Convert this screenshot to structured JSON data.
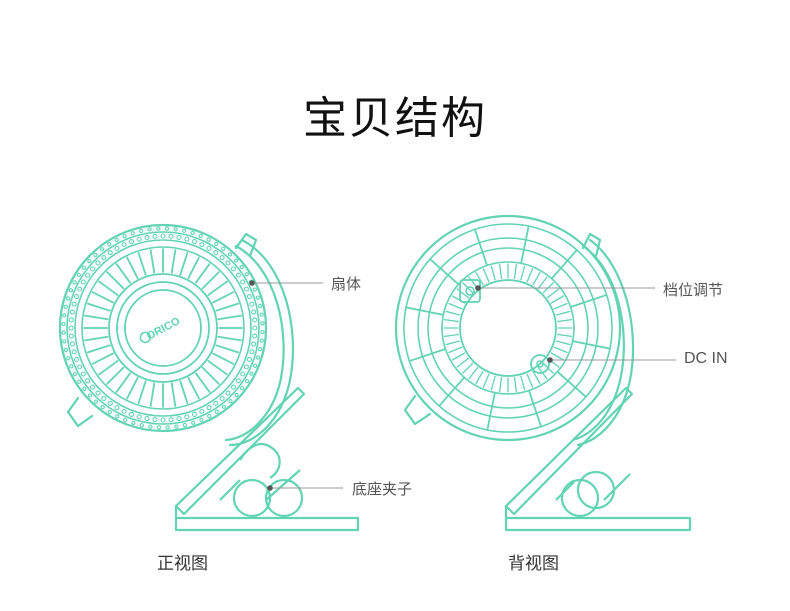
{
  "title": "宝贝结构",
  "front_view": {
    "caption": "正视图",
    "brand_logo": "ORICO",
    "labels": {
      "fan_body": "扇体",
      "base_clip": "底座夹子"
    }
  },
  "back_view": {
    "caption": "背视图",
    "labels": {
      "gear_switch": "档位调节",
      "dc_in": "DC IN"
    }
  },
  "colors": {
    "line": "#62d3b3",
    "leader": "#999999",
    "dot": "#555555"
  }
}
